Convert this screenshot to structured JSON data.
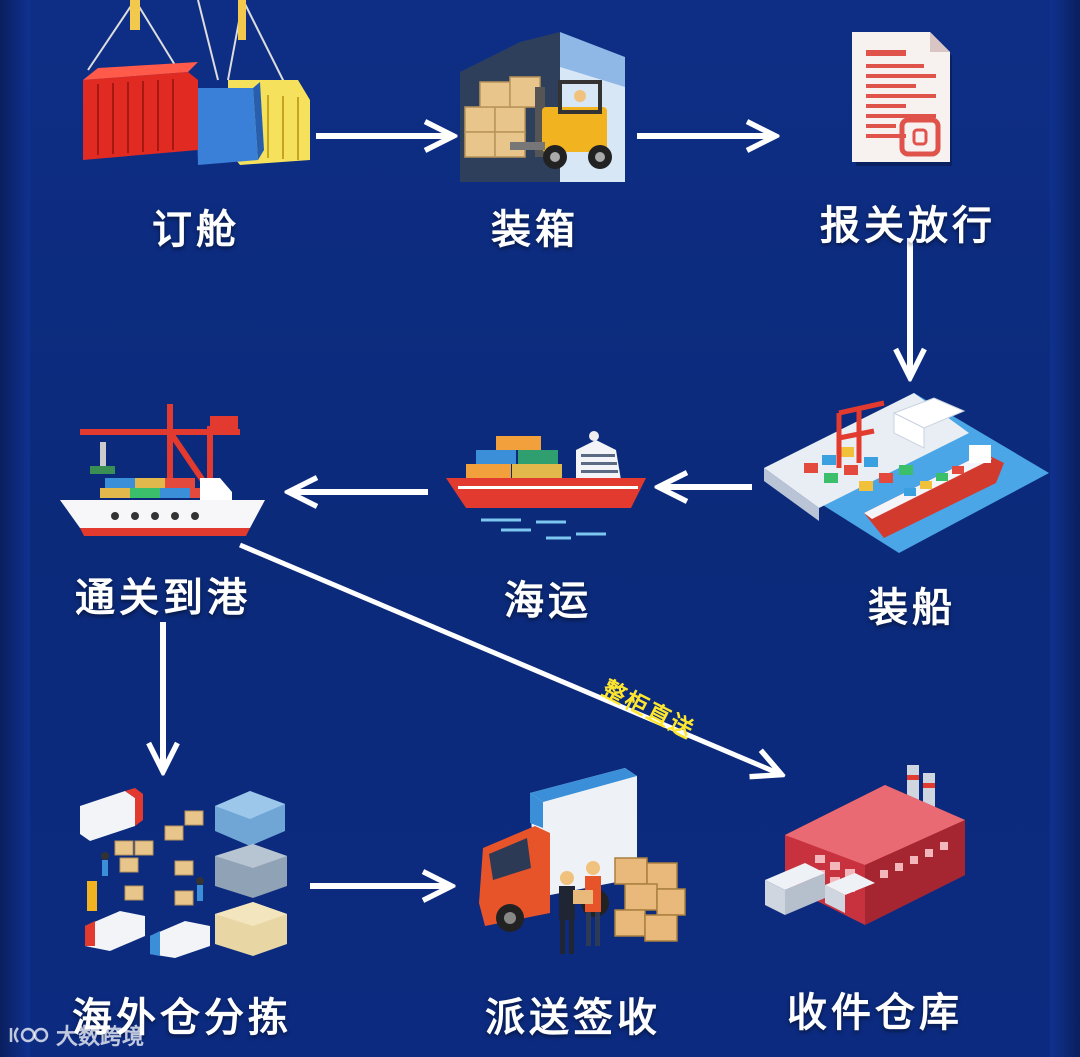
{
  "colors": {
    "background": "#0d2a7c",
    "arrow": "#ffffff",
    "route_label": "#ffe62e"
  },
  "steps": [
    {
      "id": "booking",
      "label": "订舱",
      "icon": "container-crane-icon"
    },
    {
      "id": "stuffing",
      "label": "装箱",
      "icon": "forklift-warehouse-icon"
    },
    {
      "id": "customs-release",
      "label": "报关放行",
      "icon": "customs-document-icon"
    },
    {
      "id": "loading",
      "label": "装船",
      "icon": "port-loading-icon"
    },
    {
      "id": "ocean-freight",
      "label": "海运",
      "icon": "cargo-ship-icon"
    },
    {
      "id": "arrival-clearance",
      "label": "通关到港",
      "icon": "port-crane-ship-icon"
    },
    {
      "id": "overseas-sorting",
      "label": "海外仓分拣",
      "icon": "warehouse-sorting-icon"
    },
    {
      "id": "delivery",
      "label": "派送签收",
      "icon": "delivery-truck-icon"
    },
    {
      "id": "receiving-warehouse",
      "label": "收件仓库",
      "icon": "factory-warehouse-icon"
    }
  ],
  "direct_route_label": "整柜直送",
  "watermark": "大数跨境"
}
